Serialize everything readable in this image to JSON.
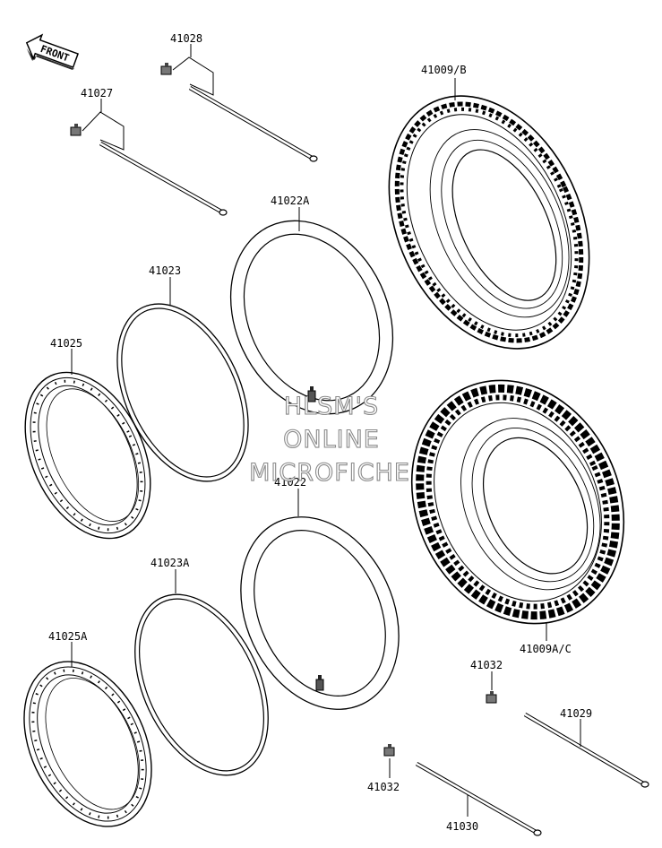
{
  "orientation": {
    "label": "FRONT"
  },
  "watermark": {
    "line1": "HLSM'S",
    "line2": "ONLINE",
    "line3": "MICROFICHE"
  },
  "parts": {
    "p41028": "41028",
    "p41027": "41027",
    "p41009b": "41009/B",
    "p41022a": "41022A",
    "p41023": "41023",
    "p41025": "41025",
    "p41022": "41022",
    "p41023a": "41023A",
    "p41025a": "41025A",
    "p41009ac": "41009A/C",
    "p41032_upper": "41032",
    "p41029": "41029",
    "p41032_lower": "41032",
    "p41030": "41030"
  }
}
